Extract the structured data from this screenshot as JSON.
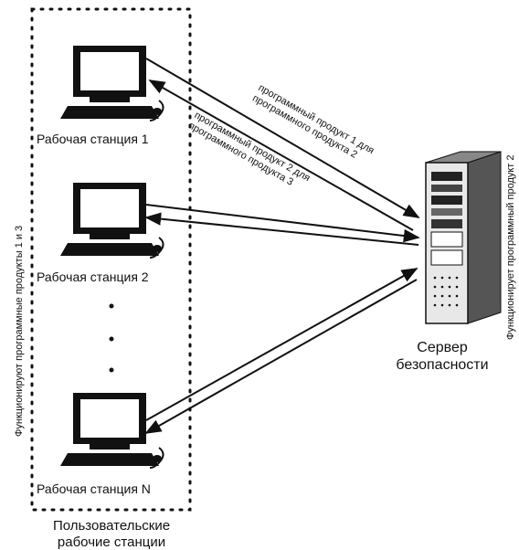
{
  "group": {
    "title_line1": "Пользовательские",
    "title_line2": "рабочие станции",
    "side_label": "Функционируют программные продукты 1 и 3"
  },
  "workstations": [
    {
      "label": "Рабочая станция 1"
    },
    {
      "label": "Рабочая станция 2"
    },
    {
      "label": "Рабочая станция N"
    }
  ],
  "server": {
    "label_line1": "Сервер",
    "label_line2": "безопасности",
    "side_label": "Функционирует программный продукт 2"
  },
  "links": {
    "label_1a": "программный продукт 1 для",
    "label_1b": "программного продукта 2",
    "label_2a": "программный продукт 2 для",
    "label_2b": "программного продукта 3"
  },
  "colors": {
    "ink": "#111111",
    "screen": "#ffffff",
    "server_dark": "#3a3a3a"
  }
}
